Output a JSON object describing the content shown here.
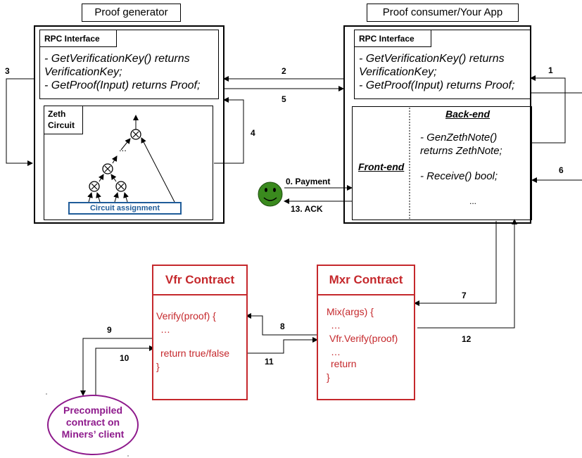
{
  "proof_generator": {
    "title": "Proof generator",
    "rpc_header": "RPC Interface",
    "rpc_line1": "- GetVerificationKey() returns",
    "rpc_line2": "VerificationKey;",
    "rpc_line3": "- GetProof(Input) returns Proof;",
    "circuit_title_1": "Zeth",
    "circuit_title_2": "Circuit",
    "circuit_assignment": "Circuit assignment",
    "dots": "..."
  },
  "proof_consumer": {
    "title": "Proof consumer/Your App",
    "rpc_header": "RPC Interface",
    "rpc_line1": "- GetVerificationKey() returns",
    "rpc_line2": "VerificationKey;",
    "rpc_line3": "- GetProof(Input) returns Proof;",
    "backend": "Back-end",
    "frontend": "Front-end",
    "gen_line1": "- GenZethNote()",
    "gen_line2": "returns ZethNote;",
    "receive": "- Receive() bool;",
    "dots": "..."
  },
  "vfr_contract": {
    "title": "Vfr Contract",
    "lines": [
      "Verify(proof) {",
      "…",
      "return true/false",
      "}"
    ]
  },
  "mxr_contract": {
    "title": "Mxr Contract",
    "lines": [
      "Mix(args) {",
      "…",
      "Vfr.Verify(proof)",
      "…",
      "return",
      "}"
    ]
  },
  "precompiled": {
    "line1": "Precompiled",
    "line2": "contract on",
    "line3": "Miners’ client"
  },
  "labels": {
    "payment": "0. Payment",
    "ack": "13. ACK",
    "n1": "1",
    "n2": "2",
    "n3": "3",
    "n4": "4",
    "n5": "5",
    "n6": "6",
    "n7": "7",
    "n8": "8",
    "n9": "9",
    "n10": "10",
    "n11": "11",
    "n12": "12"
  },
  "colors": {
    "contract_red": "#c5282c",
    "precompiled_purple": "#8e1a8c",
    "circuit_blue": "#1f5c99",
    "smiley_green": "#3a8a1e"
  }
}
